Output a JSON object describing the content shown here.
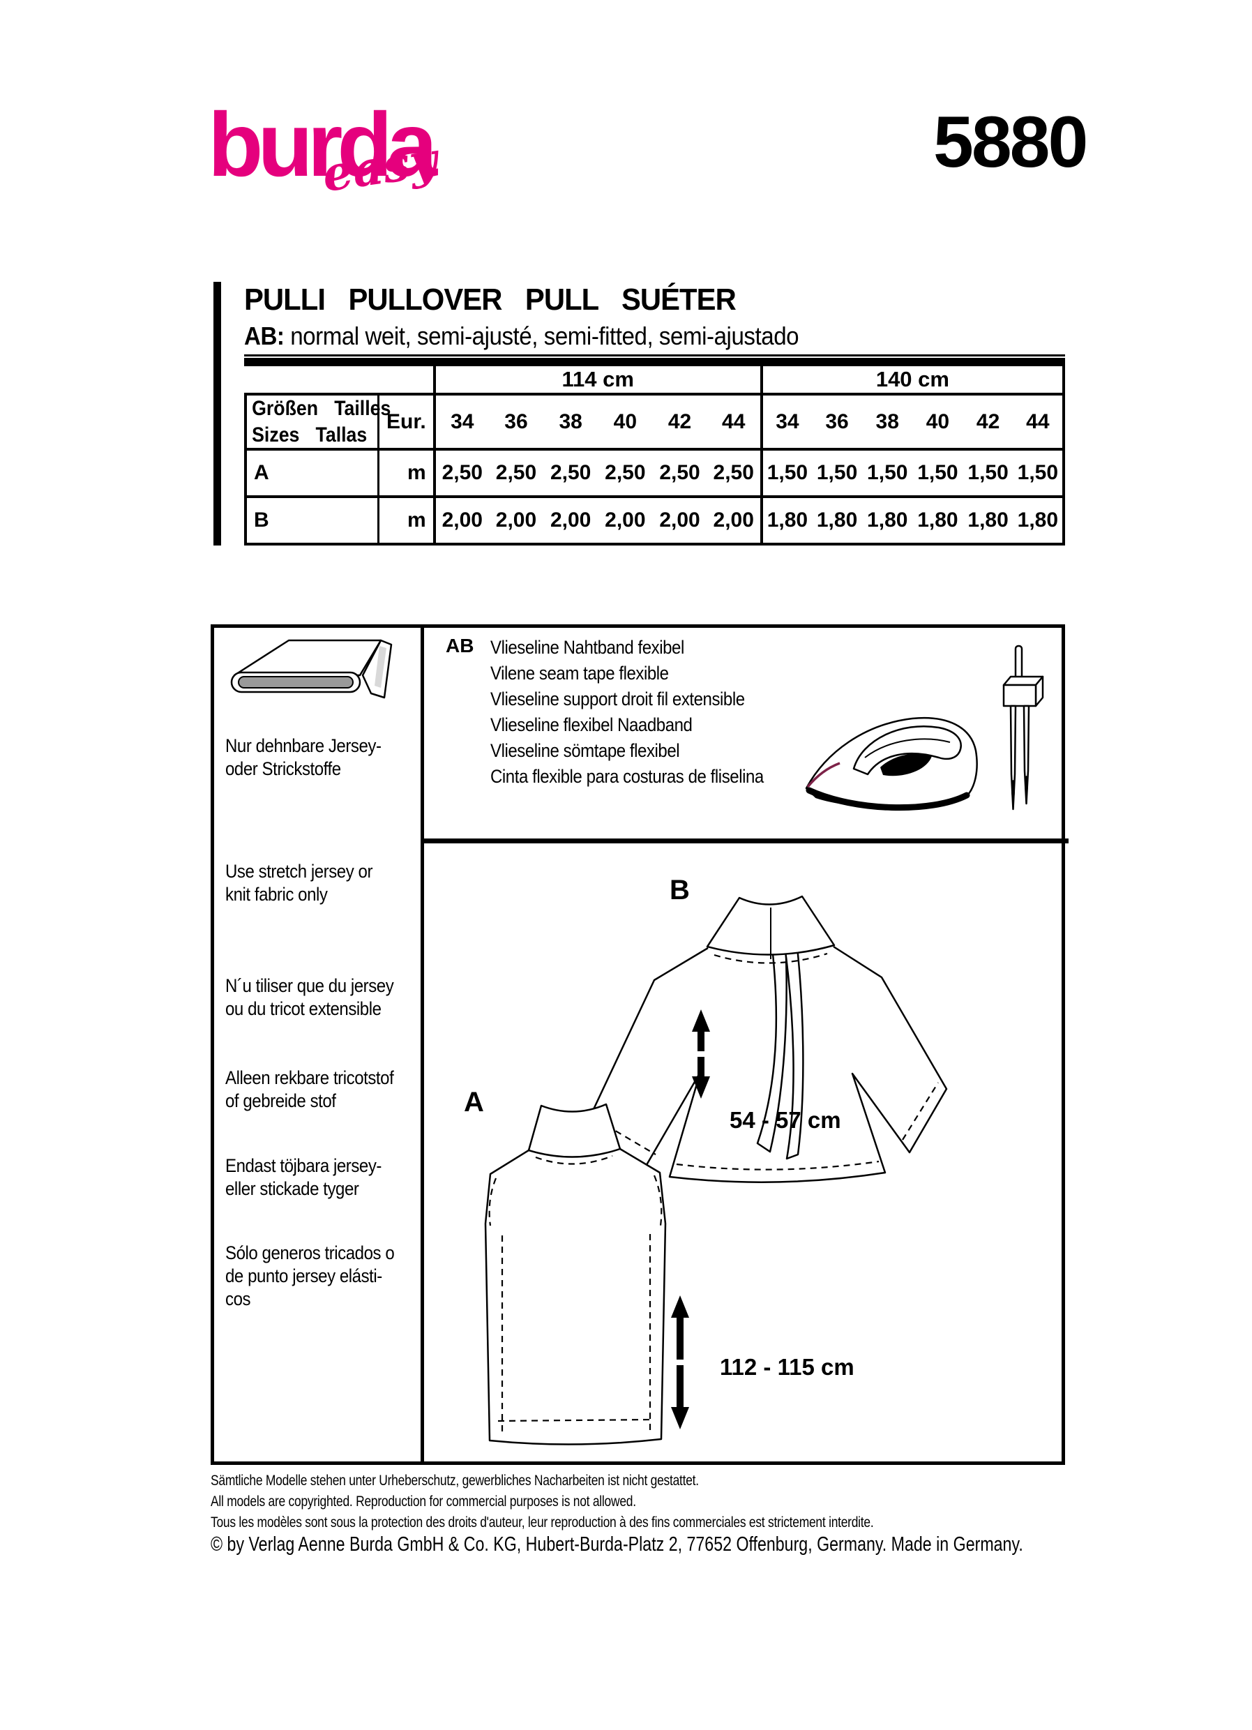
{
  "brand": {
    "name": "burda",
    "tagline": "easy",
    "pattern_number": "5880",
    "brand_color": "#e5007d"
  },
  "header": {
    "title": "PULLI PULLOVER PULL SUÉTER",
    "subtitle_label": "AB:",
    "subtitle_text": " normal weit, semi-ajusté, semi-fitted, semi-ajustado"
  },
  "size_table": {
    "group_headers": [
      "114 cm",
      "140 cm"
    ],
    "label_row1": [
      "Größen",
      "Tailles"
    ],
    "label_row2": [
      "Sizes",
      "Tallas"
    ],
    "eur_label": "Eur.",
    "sizes": [
      "34",
      "36",
      "38",
      "40",
      "42",
      "44",
      "34",
      "36",
      "38",
      "40",
      "42",
      "44"
    ],
    "rows": [
      {
        "label": "A",
        "unit": "m",
        "values": [
          "2,50",
          "2,50",
          "2,50",
          "2,50",
          "2,50",
          "2,50",
          "1,50",
          "1,50",
          "1,50",
          "1,50",
          "1,50",
          "1,50"
        ]
      },
      {
        "label": "B",
        "unit": "m",
        "values": [
          "2,00",
          "2,00",
          "2,00",
          "2,00",
          "2,00",
          "2,00",
          "1,80",
          "1,80",
          "1,80",
          "1,80",
          "1,80",
          "1,80"
        ]
      }
    ]
  },
  "materials": {
    "ab_label": "AB",
    "lines": [
      "Vlieseline Nahtband fexibel",
      "Vilene seam tape flexible",
      "Vlieseline support droit fil extensible",
      "Vlieseline flexibel Naadband",
      "Vlieseline sömtape flexibel",
      "Cinta flexible para costuras de fliselina"
    ]
  },
  "fabric_advice": {
    "items": [
      {
        "lines": [
          "Nur dehnbare Jersey-",
          "oder Strickstoffe"
        ]
      },
      {
        "lines": [
          "Use stretch jersey or",
          "knit fabric only"
        ]
      },
      {
        "lines": [
          "N´u tiliser que du jersey",
          "ou du tricot extensible"
        ]
      },
      {
        "lines": [
          "Alleen rekbare tricotstof",
          "of gebreide stof"
        ]
      },
      {
        "lines": [
          "Endast töjbara jersey-",
          "eller stickade tyger"
        ]
      },
      {
        "lines": [
          "Sólo generos tricados o",
          "de punto jersey elásti-",
          "cos"
        ]
      }
    ]
  },
  "drawings": {
    "label_a": "A",
    "label_b": "B",
    "measurement_b": "54 - 57 cm",
    "measurement_a": "112 - 115 cm"
  },
  "icons": {
    "left_panel": "fabric-bolt-icon",
    "materials_panel": [
      "iron-icon",
      "twin-needle-icon"
    ]
  },
  "footer": {
    "lines": [
      "Sämtliche Modelle stehen unter Urheberschutz, gewerbliches Nacharbeiten ist nicht gestattet.",
      "All models are copyrighted. Reproduction for commercial purposes is not allowed.",
      "Tous les modèles sont sous la protection des droits d'auteur, leur reproduction à des fins commerciales est strictement interdite."
    ],
    "copyright": "© by Verlag Aenne Burda GmbH & Co. KG, Hubert-Burda-Platz 2, 77652 Offenburg, Germany. Made in Germany."
  }
}
